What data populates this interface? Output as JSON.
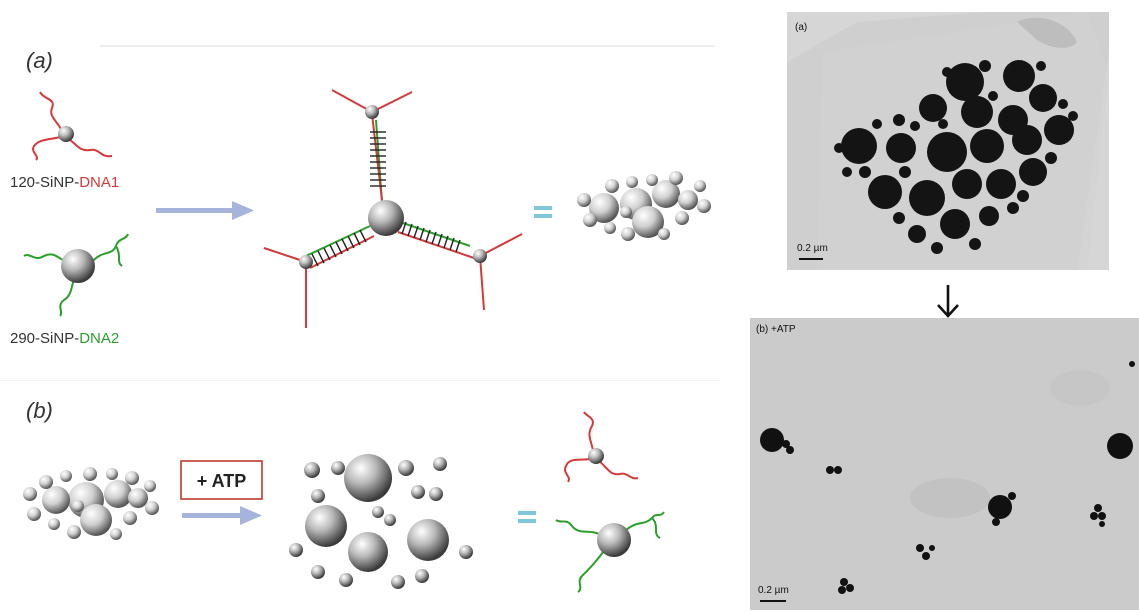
{
  "scheme": {
    "panel_a_label": "(a)",
    "panel_b_label": "(b)",
    "particle1_label_prefix": "120-SiNP-",
    "particle1_label_dna": "DNA1",
    "particle2_label_prefix": "290-SiNP-",
    "particle2_label_dna": "DNA2",
    "equals_symbol": "=",
    "atp_box_label": "+ ATP",
    "colors": {
      "dna1": "#d43a3a",
      "dna2": "#2aa02a",
      "arrow": "#a6b4dc",
      "equals": "#7ec6d8",
      "atp_box": "#c0392b"
    }
  },
  "micrographs": {
    "top": {
      "label": "(a)",
      "scale_label": "0.2 µm"
    },
    "bottom": {
      "label": "(b) +ATP",
      "scale_label": "0.2 µm"
    },
    "transition_icon": "arrow-down-icon"
  }
}
